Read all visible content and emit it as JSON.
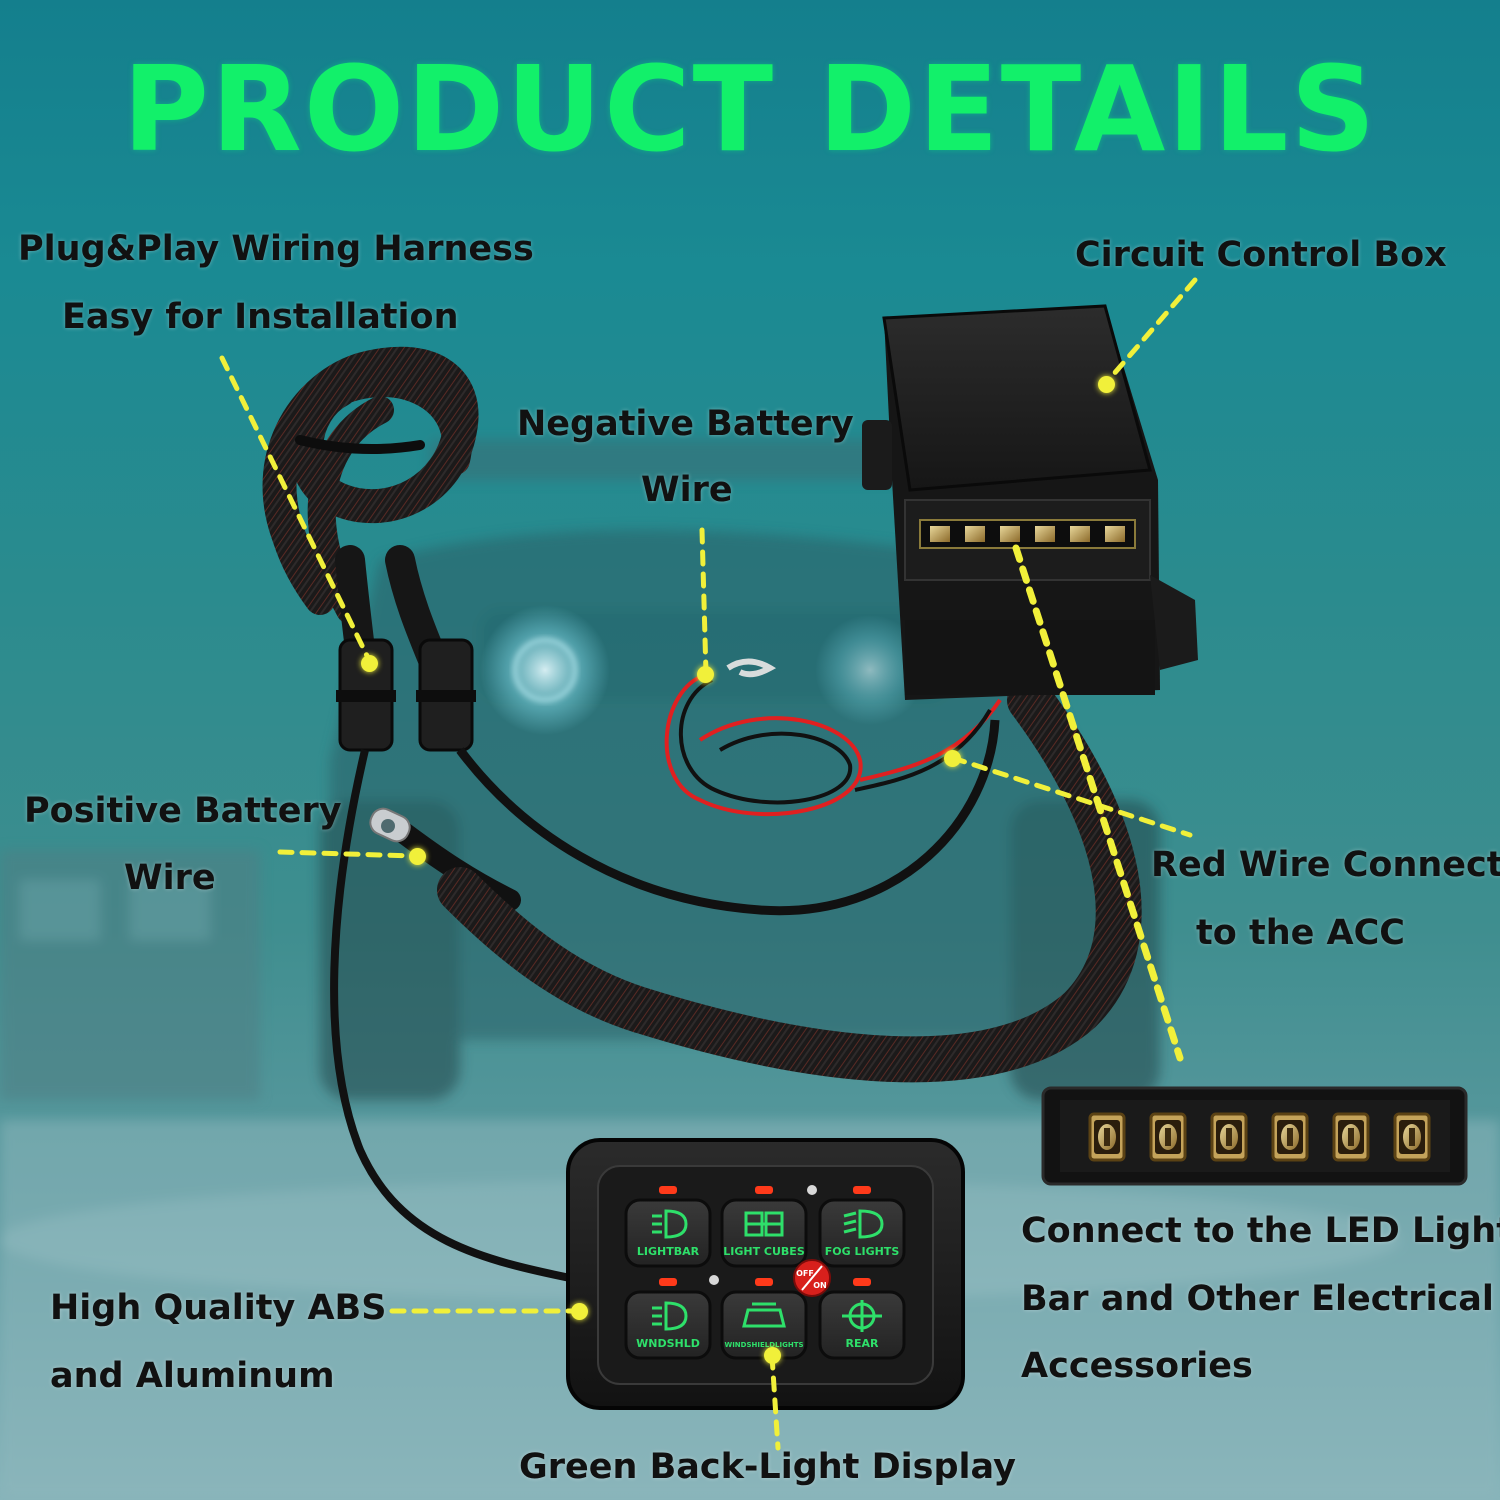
{
  "title": "PRODUCT DETAILS",
  "callouts": {
    "harness_line1": "Plug&Play Wiring Harness",
    "harness_line2": "Easy for Installation",
    "control_box": "Circuit Control Box",
    "negative_line1": "Negative Battery",
    "negative_line2": "Wire",
    "positive_line1": "Positive Battery",
    "positive_line2": "Wire",
    "red_line1": "Red Wire Connect",
    "red_line2": "to the ACC",
    "led_line1": "Connect to the LED Light",
    "led_line2": "Bar and Other Electrical",
    "led_line3": "Accessories",
    "abs_line1": "High Quality ABS",
    "abs_line2": "and Aluminum",
    "display": "Green Back-Light Display"
  },
  "switch_panel": {
    "buttons": [
      {
        "label": "LIGHTBAR",
        "icon": "lightbar-icon"
      },
      {
        "label": "LIGHT CUBES",
        "icon": "light-cubes-icon"
      },
      {
        "label": "FOG LIGHTS",
        "icon": "fog-lights-icon"
      },
      {
        "label": "WNDSHLD",
        "icon": "windshield-light-icon"
      },
      {
        "label": "WINDSHIELDLIGHTS",
        "icon": "jeep-icon"
      },
      {
        "label": "REAR",
        "icon": "rear-light-icon"
      }
    ],
    "power_top": "OFF",
    "power_bottom": "ON"
  },
  "colors": {
    "title": "#12f06a",
    "callout_dot": "#f1f03a",
    "button_glow": "#2ee06a",
    "indicator": "#ff3a1a"
  }
}
